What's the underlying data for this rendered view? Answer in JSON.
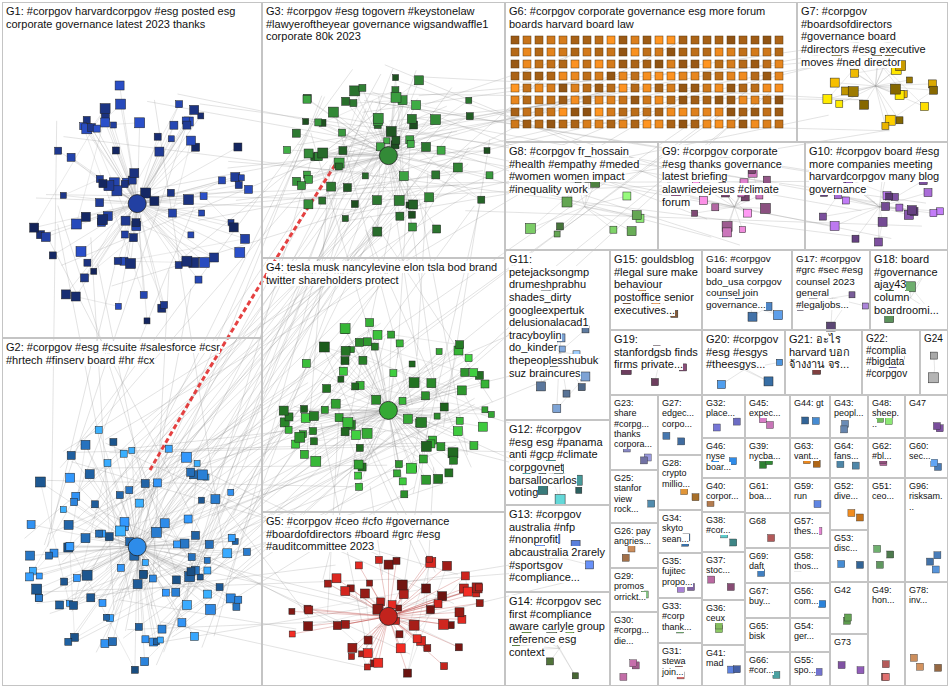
{
  "diagram": {
    "nodes": [
      {
        "text": [
          "G1: #corpgov harvardcorpgov #esg posted esg corporate governance latest 2023 thanks"
        ]
      },
      {
        "text": [
          "G3: #corpgov #esg togovern #keystonelaw #lawyeroftheyear governance wigsandwaffle1 corporate 80k 2023"
        ]
      },
      {
        "text": [
          "G6: #corpgov corporate governance esg more forum boards harvard board law"
        ]
      },
      {
        "text": [
          "G7: #corpgov #boardsofdirectors #governance board #directors #esg executive moves #ned director"
        ]
      },
      {
        "text": [
          "G8: #corpgov fr_hossain #health #empathy #meded #women women impact #inequality work"
        ]
      },
      {
        "text": [
          "G9: #corpgov corporate #esg thanks governance latest briefing alawriedejesus #climate forum"
        ]
      },
      {
        "text": [
          "G10: #corpgov board #esg more companies meeting harvardcorpgov many blog governance"
        ]
      },
      {
        "text": [
          "G4: tesla musk nancylevine elon tsla bod brand twitter shareholders protect"
        ]
      },
      {
        "text": [
          "G11: petejacksongmp drumeshprabhu shades_dirty googleexpertuk delusionalacad1 tracyboylin do_kinder thepeoplesshubuk suz braincures"
        ]
      },
      {
        "text": [
          "G15: gouldsblog #legal sure make behaviour postoffice senior executives..."
        ]
      },
      {
        "text": [
          "G16: #corpgov board survey bdo_usa corpgov counsel join governance..."
        ]
      },
      {
        "text": [
          "G17: #corpgov #grc #sec #esg counsel 2023 general #legaljobs..."
        ]
      },
      {
        "text": [
          "G18: board #governance ajay43 column boardroomi..."
        ]
      },
      {
        "text": [
          "G19: stanfordgsb finds firms private..."
        ]
      },
      {
        "text": [
          "G20: #corpgov #esg #esgys #theesgys..."
        ]
      },
      {
        "text": [
          "G21: อะไร harvard บอก จ้างงาน จร..."
        ]
      },
      {
        "text": [
          "G22: #complia #bigdata #corpgov"
        ]
      },
      {
        "text": [
          "G24"
        ]
      },
      {
        "text": [
          "G2: #corpgov #esg #csuite #salesforce #csr #hrtech #finserv board #hr #cx"
        ]
      },
      {
        "text": [
          "G12: #corpgov #esg esg #panama anti #gcp #climate corpgovnet barsallocarlos voting"
        ]
      },
      {
        "text": [
          "G5: #corpgov #ceo #cfo #governance #boardofdirectors #board #grc #esg #auditcommittee 2023"
        ]
      },
      {
        "text": [
          "G13: #corpgov australia #nfp #nonprofit abcaustralia 2rarely #sportsgov #compliance..."
        ]
      },
      {
        "text": [
          "G14: #corpgov sec first #compliance aware carlyle group reference esg context"
        ]
      },
      {
        "text": [
          "G23: share #corpg... thanks corpora..."
        ]
      },
      {
        "text": [
          "G25: stanfor view rock..."
        ]
      },
      {
        "text": [
          "G26: pay angries..."
        ]
      },
      {
        "text": [
          "G29: promos orrickt..."
        ]
      },
      {
        "text": [
          "G30: #corpg... die..."
        ]
      },
      {
        "text": [
          "G27: edgec... corpo..."
        ]
      },
      {
        "text": [
          "G28: crypto millio..."
        ]
      },
      {
        "text": [
          "G34: skyto sean..."
        ]
      },
      {
        "text": [
          "G35: fujitec propo..."
        ]
      },
      {
        "text": [
          "G33: #corp thank..."
        ]
      },
      {
        "text": [
          "G31: stewa join..."
        ]
      },
      {
        "text": [
          "G32: place..."
        ]
      },
      {
        "text": [
          "G46: nyse boar..."
        ]
      },
      {
        "text": [
          "G40: corpor..."
        ]
      },
      {
        "text": [
          "G38: #cor..."
        ]
      },
      {
        "text": [
          "G37: stoc..."
        ]
      },
      {
        "text": [
          "G36: ceux"
        ]
      },
      {
        "text": [
          "G41: mad"
        ]
      },
      {
        "text": [
          "G45: expec..."
        ]
      },
      {
        "text": [
          "G44: gt"
        ]
      },
      {
        "text": [
          "G43: peopl..."
        ]
      },
      {
        "text": [
          "G48: sheep..."
        ]
      },
      {
        "text": [
          "G47"
        ]
      },
      {
        "text": [
          "G39: nycba..."
        ]
      },
      {
        "text": [
          "G63: vant..."
        ]
      },
      {
        "text": [
          "G64: fans..."
        ]
      },
      {
        "text": [
          "G62: #bl..."
        ]
      },
      {
        "text": [
          "G60: sec..."
        ]
      },
      {
        "text": [
          "G61: boa..."
        ]
      },
      {
        "text": [
          "G68"
        ]
      },
      {
        "text": [
          "G69: daft"
        ]
      },
      {
        "text": [
          "G67: buy..."
        ]
      },
      {
        "text": [
          "G65: bisk"
        ]
      },
      {
        "text": [
          "G66: #cor..."
        ]
      },
      {
        "text": [
          "G59: run"
        ]
      },
      {
        "text": [
          "G57: thes..."
        ]
      },
      {
        "text": [
          "G58: thos..."
        ]
      },
      {
        "text": [
          "G56: com..."
        ]
      },
      {
        "text": [
          "G54: ger..."
        ]
      },
      {
        "text": [
          "G55: spo..."
        ]
      },
      {
        "text": [
          "G52: dive..."
        ]
      },
      {
        "text": [
          "G53: disc..."
        ]
      },
      {
        "text": [
          "G42"
        ]
      },
      {
        "text": [
          "G73"
        ]
      },
      {
        "text": [
          "G51: ceo..."
        ]
      },
      {
        "text": [
          "G49: hon..."
        ]
      },
      {
        "text": [
          "G96: risksam..."
        ]
      },
      {
        "text": [
          "G78: inv..."
        ]
      }
    ]
  }
}
